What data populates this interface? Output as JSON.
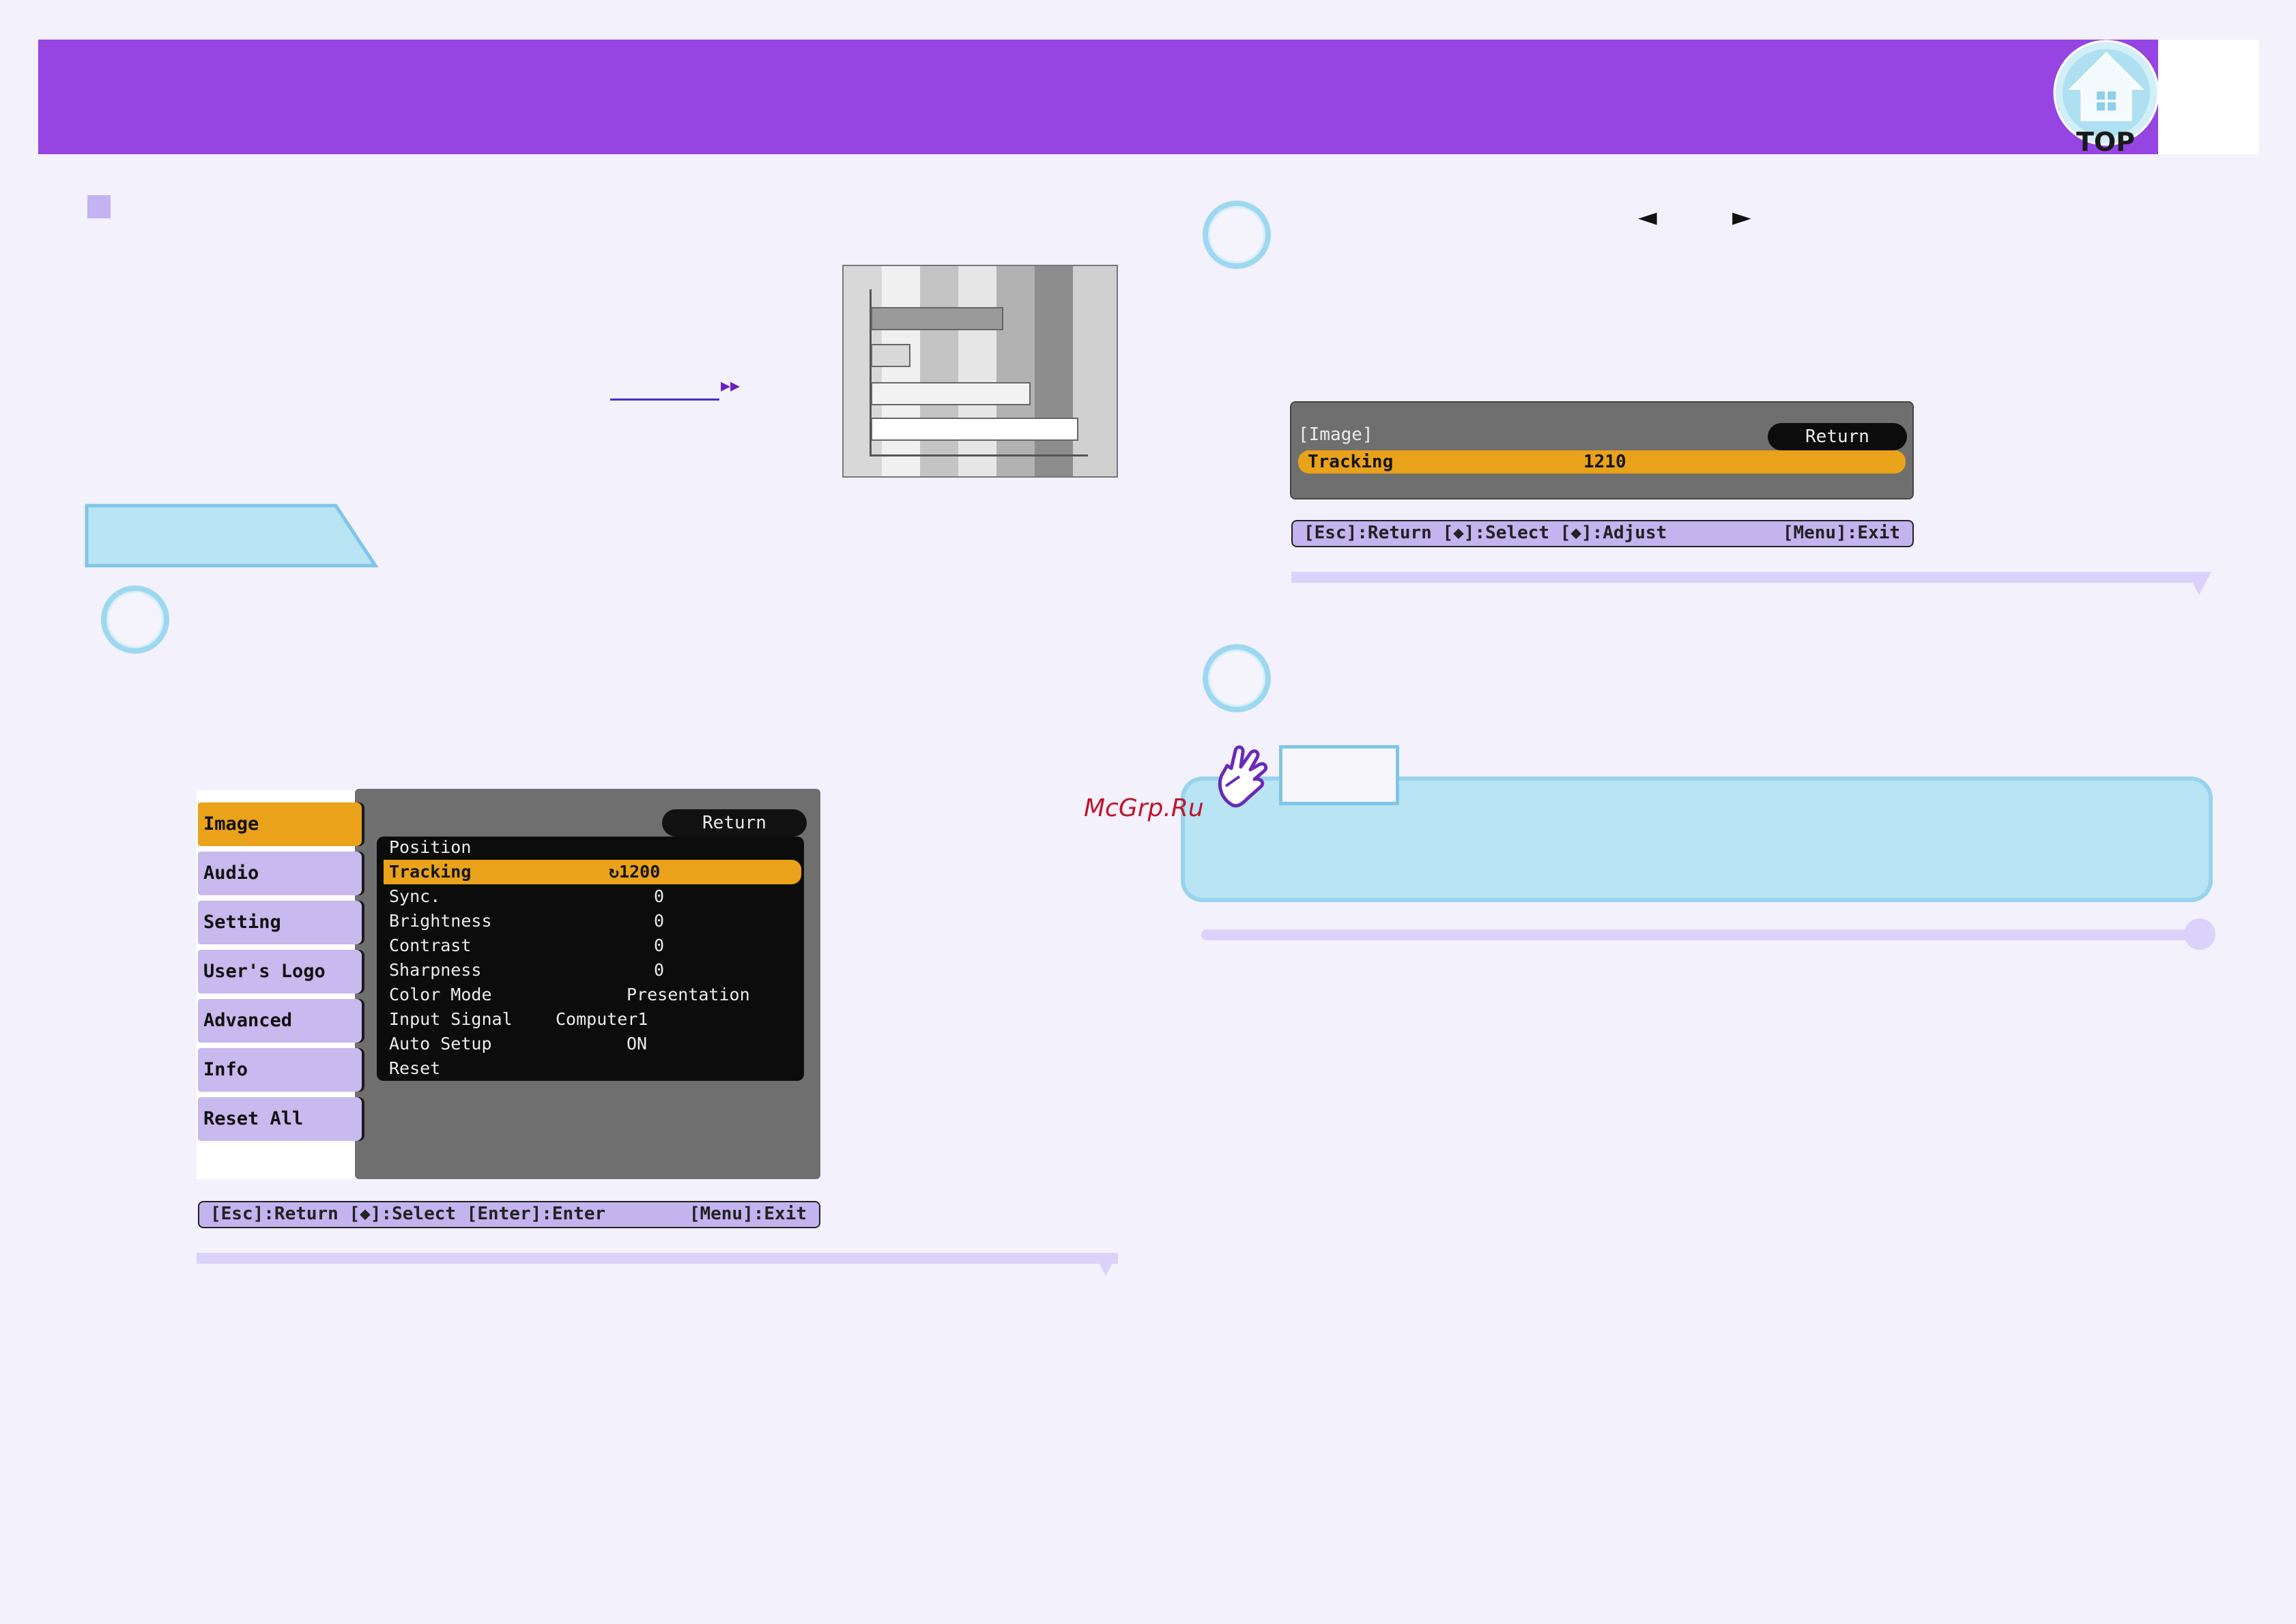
{
  "header": {
    "top_button_label": "TOP",
    "band_color": "#9645e3"
  },
  "watermark": "McGrp.Ru",
  "left_menu": {
    "tabs": [
      "Image",
      "Audio",
      "Setting",
      "User's Logo",
      "Advanced",
      "Info",
      "Reset All"
    ],
    "active_tab": "Image",
    "return_label": "Return",
    "rows": [
      {
        "label": "Position",
        "value": ""
      },
      {
        "label": "Tracking",
        "value": "↻1200",
        "selected": true
      },
      {
        "label": "Sync.",
        "value": "0"
      },
      {
        "label": "Brightness",
        "value": "0"
      },
      {
        "label": "Contrast",
        "value": "0"
      },
      {
        "label": "Sharpness",
        "value": "0"
      },
      {
        "label": "Color Mode",
        "value": "Presentation"
      },
      {
        "label": "Input Signal",
        "value": "Computer1"
      },
      {
        "label": "Auto Setup",
        "value": "ON"
      },
      {
        "label": "Reset",
        "value": ""
      }
    ],
    "footer_left": "[Esc]:Return [◆]:Select [Enter]:Enter",
    "footer_right": "[Menu]:Exit"
  },
  "step3": {
    "arrow_left": "◄",
    "arrow_right": "►"
  },
  "tracking_screen": {
    "title": "[Image]",
    "return_label": "Return",
    "row_label": "Tracking",
    "row_value": "1210",
    "footer_left": "[Esc]:Return [◆]:Select [◆]:Adjust",
    "footer_right": "[Menu]:Exit"
  },
  "colors": {
    "accent_purple": "#9645e3",
    "menu_highlight": "#e9a21a",
    "note_blue": "#b8e4f3",
    "separator": "#dad2fa"
  }
}
